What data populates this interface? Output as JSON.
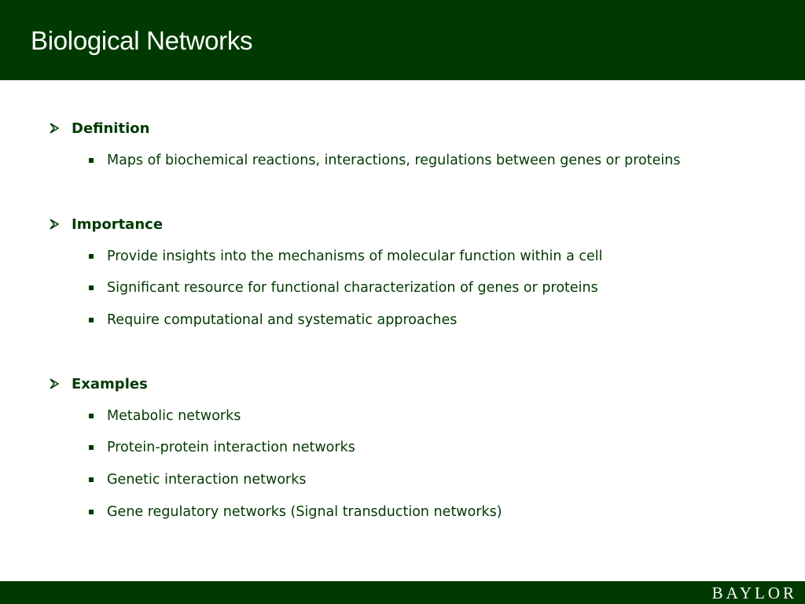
{
  "title": "Biological Networks",
  "brand": "BAYLOR",
  "sections": [
    {
      "heading": "Definition",
      "bullets": [
        "Maps of biochemical reactions, interactions, regulations between genes or proteins"
      ]
    },
    {
      "heading": "Importance",
      "bullets": [
        "Provide insights into the mechanisms of molecular function within a cell",
        "Significant resource for functional characterization of genes or proteins",
        "Require computational and systematic approaches"
      ]
    },
    {
      "heading": "Examples",
      "bullets": [
        "Metabolic networks",
        "Protein-protein interaction networks",
        "Genetic interaction networks",
        "Gene regulatory networks (Signal transduction networks)"
      ]
    }
  ],
  "colors": {
    "brand_green": "#003a00",
    "background": "#ffffff"
  },
  "icons": {
    "section_bullet": "arrowhead-bullet-icon",
    "item_bullet": "square-bullet-icon"
  }
}
